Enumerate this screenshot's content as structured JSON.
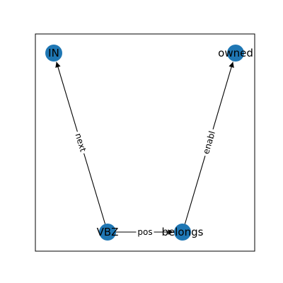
{
  "graph": {
    "node_color": "#1f77b4",
    "edge_color": "#000000",
    "nodes": [
      {
        "id": "IN",
        "label": "IN"
      },
      {
        "id": "owned",
        "label": "owned"
      },
      {
        "id": "VBZ",
        "label": "VBZ"
      },
      {
        "id": "belongs",
        "label": "belongs"
      }
    ],
    "edges": [
      {
        "from": "VBZ",
        "to": "IN",
        "label": "next"
      },
      {
        "from": "belongs",
        "to": "owned",
        "label": "enabl"
      },
      {
        "from": "VBZ",
        "to": "belongs",
        "label": "pos"
      }
    ]
  }
}
